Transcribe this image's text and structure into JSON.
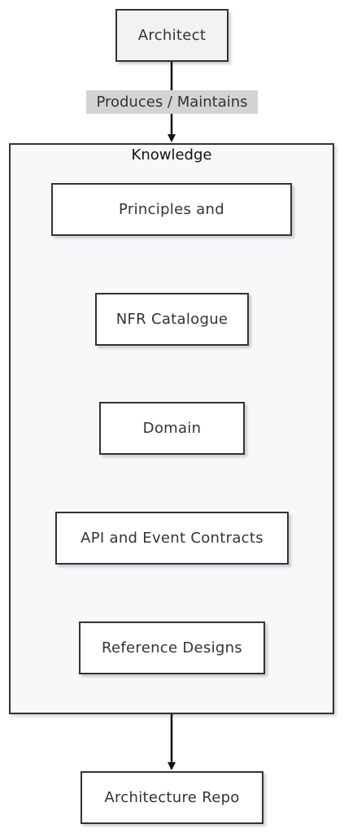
{
  "diagram": {
    "top_node": {
      "label": "Architect"
    },
    "edge_label": "Produces / Maintains",
    "cluster": {
      "title": "Knowledge",
      "items": [
        {
          "label": "Principles and"
        },
        {
          "label": "NFR Catalogue"
        },
        {
          "label": "Domain"
        },
        {
          "label": "API and Event Contracts"
        },
        {
          "label": "Reference Designs"
        }
      ]
    },
    "bottom_node": {
      "label": "Architecture Repo"
    }
  },
  "colors": {
    "stroke": "#333333",
    "cluster_fill": "#f8f8fb",
    "label_bg": "#d4d4d4",
    "top_node_fill": "#f2f2f2"
  }
}
